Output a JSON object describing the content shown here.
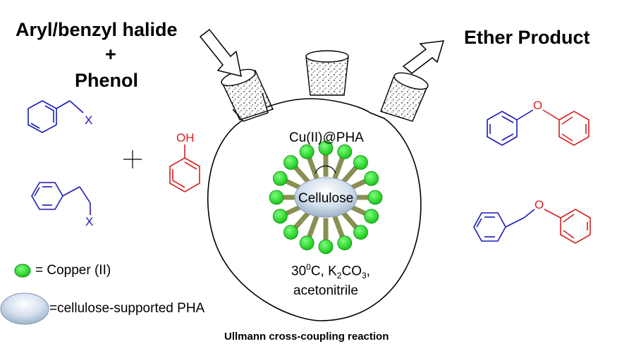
{
  "reactants": {
    "line1": "Aryl/benzyl halide",
    "plus": "+",
    "line2": "Phenol"
  },
  "product_title": "Ether Product",
  "catalyst_label": "Cu(II)@PHA",
  "support_label": "Cellulose",
  "conditions": {
    "temp_base": "30",
    "temp_sup": "0",
    "temp_unit_base": "C, K",
    "k_sub": "2",
    "co": "CO",
    "co_sub": "3",
    "comma": ",",
    "solvent": "acetonitrile"
  },
  "molecule_labels": {
    "aryl_halide_x": "X",
    "benzyl_halide_x": "X",
    "phenol_oh": "OH",
    "ether_o1": "O",
    "ether_o2": "O"
  },
  "legend": {
    "copper": "= Copper (II)",
    "pha": "=cellulose-supported PHA"
  },
  "caption": "Ullmann cross-coupling reaction",
  "colors": {
    "blue": "#1a1ab8",
    "red": "#d42020",
    "green": "#1fd21f",
    "stalk": "#8a8f52"
  }
}
